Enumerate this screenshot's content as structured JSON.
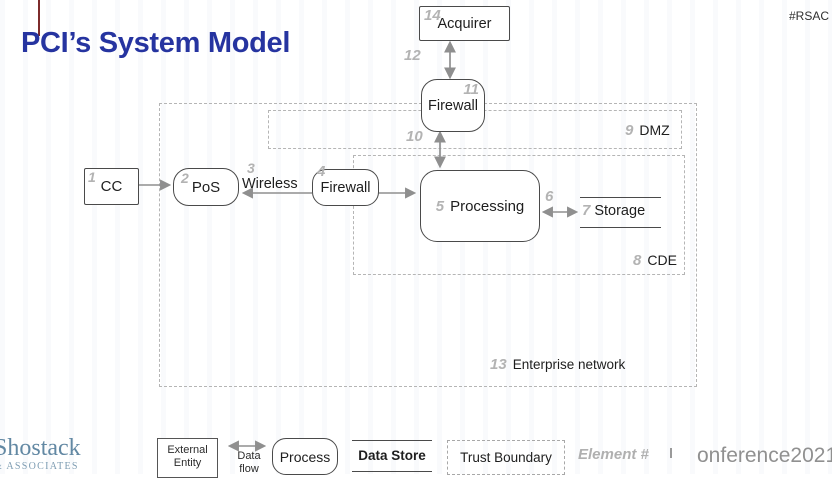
{
  "slide": {
    "title": "PCI’s System Model",
    "hashtag": "#RSAC",
    "footer_logo_line1": "Shostack",
    "footer_logo_line2": "& ASSOCIATES",
    "footer_conference": "onference2021"
  },
  "diagram": {
    "cc": {
      "num": "1",
      "label": "CC"
    },
    "pos": {
      "num": "2",
      "label": "PoS"
    },
    "wireless": {
      "num": "3",
      "label": "Wireless"
    },
    "firewall_inner": {
      "num": "4",
      "label": "Firewall"
    },
    "processing": {
      "num": "5",
      "label": "Processing"
    },
    "flow_processing_storage": {
      "num": "6"
    },
    "storage": {
      "num": "7",
      "label": "Storage"
    },
    "cde": {
      "num": "8",
      "label": "CDE"
    },
    "dmz": {
      "num": "9",
      "label": "DMZ"
    },
    "flow_firewall_processing": {
      "num": "10"
    },
    "firewall_dmz": {
      "num": "11",
      "label": "Firewall"
    },
    "flow_acquirer_firewall": {
      "num": "12"
    },
    "enterprise": {
      "num": "13",
      "label": "Enterprise network"
    },
    "acquirer": {
      "num": "14",
      "label": "Acquirer"
    }
  },
  "legend": {
    "external_entity_line1": "External",
    "external_entity_line2": "Entity",
    "data_flow_line1": "Data",
    "data_flow_line2": "flow",
    "process": "Process",
    "data_store": "Data Store",
    "trust_boundary": "Trust Boundary",
    "element_number": "Element #"
  },
  "colors": {
    "title_blue": "#2634a0",
    "element_number_gray": "#b3b3b3",
    "node_border_dark": "#4a4a4a",
    "arrow_gray": "#8f8f8f",
    "boundary_dash_gray": "#b5b5b5",
    "accent_maroon": "#7d2b2b",
    "footer_logo_blue": "#6288a3",
    "conference_gray": "#909090"
  }
}
